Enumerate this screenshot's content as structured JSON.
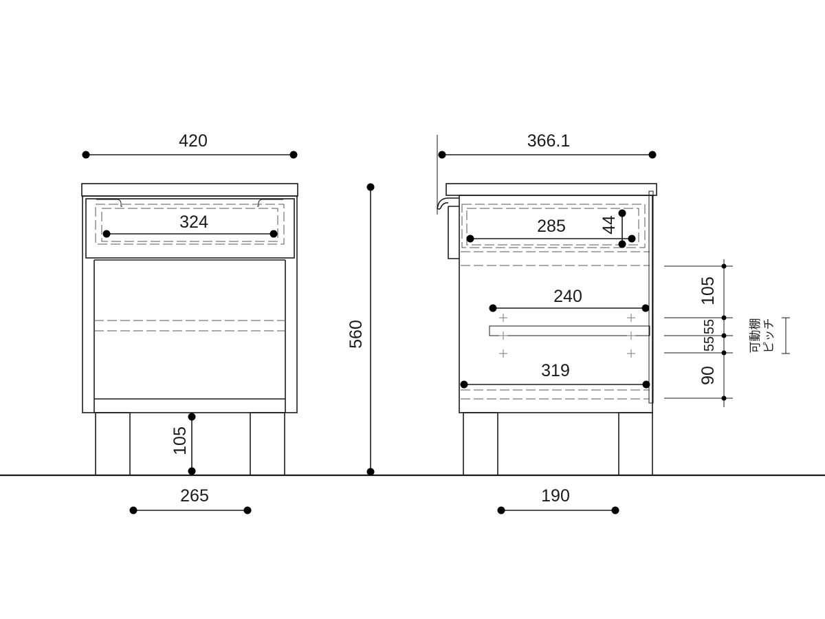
{
  "front_view": {
    "overall_width": "420",
    "drawer_inner_width": "324",
    "leg_height": "105",
    "leg_span": "265"
  },
  "overall_height": "560",
  "side_view": {
    "overall_depth": "366.1",
    "drawer_inner_depth": "285",
    "drawer_inner_height": "44",
    "shelf_depth": "240",
    "bottom_inner_depth": "319",
    "leg_span": "190",
    "shelf_positions": {
      "top_gap": "105",
      "pitch_1": "55",
      "pitch_2": "55",
      "bottom_gap": "90"
    },
    "adjustable_shelf_label": "可動棚",
    "pitch_label": "ピッチ"
  }
}
